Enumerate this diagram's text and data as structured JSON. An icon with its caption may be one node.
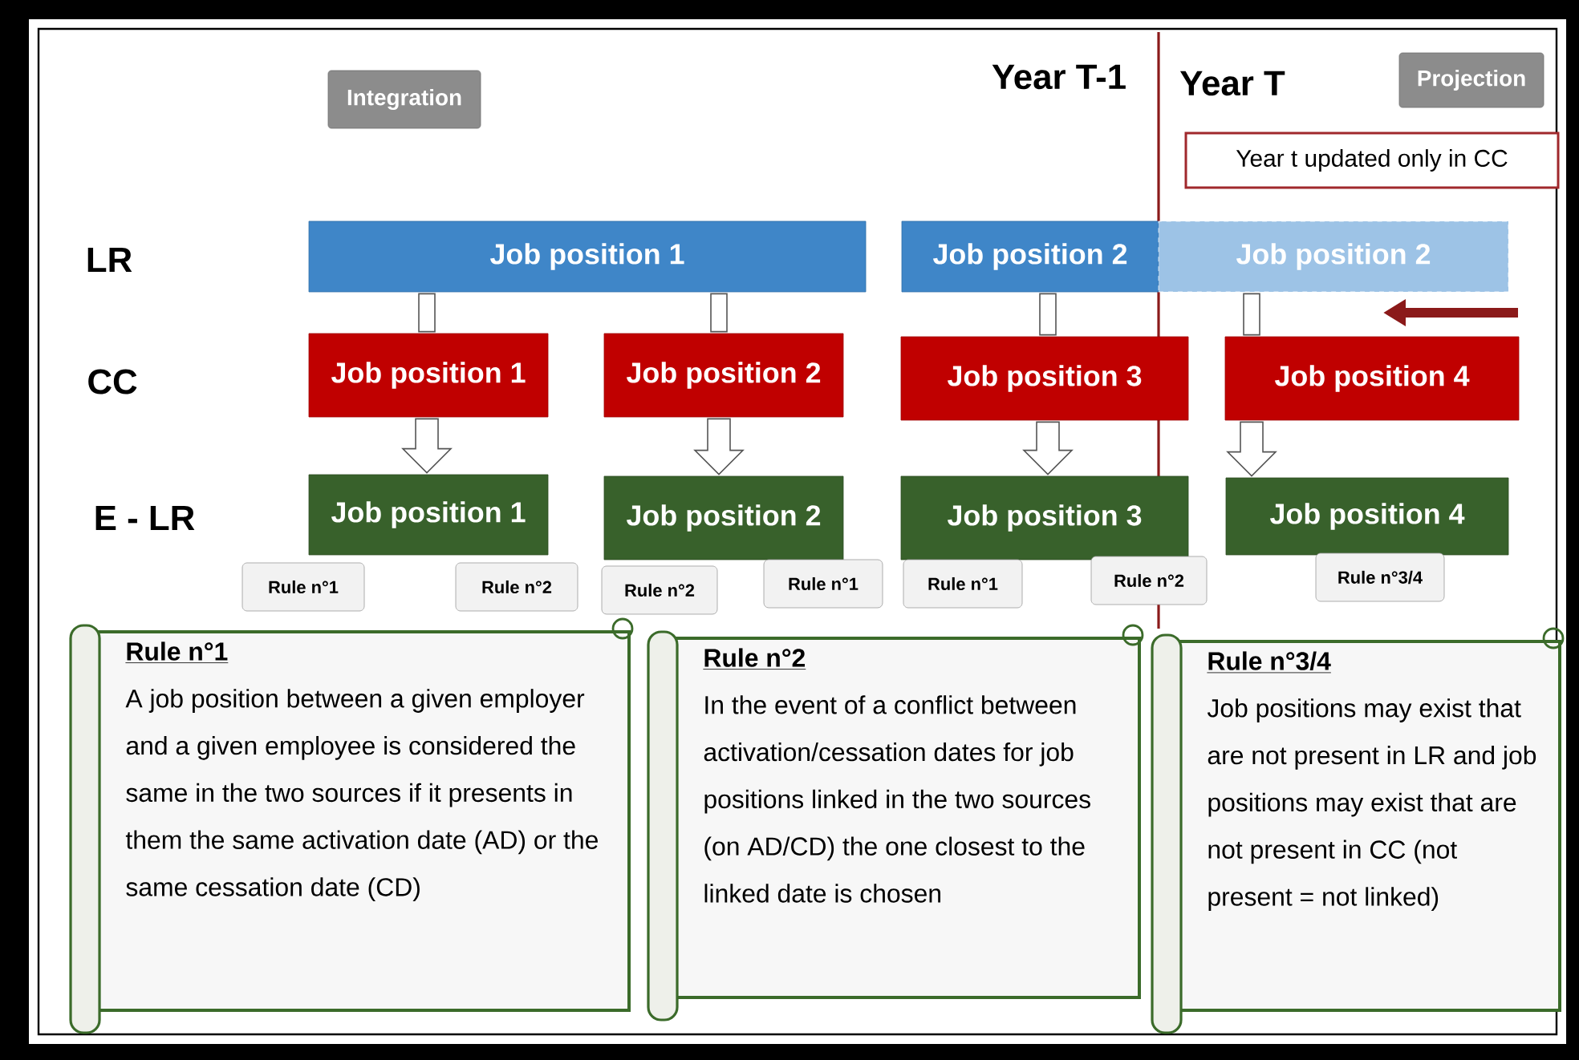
{
  "diagram": {
    "nodes": [
      {
        "text": [
          "Integration"
        ]
      },
      {
        "text": [
          "Projection"
        ]
      },
      {
        "text": [
          "Year t updated only in CC"
        ]
      },
      {
        "text": [
          "Job position 1"
        ]
      },
      {
        "text": [
          "Job position 2"
        ]
      },
      {
        "text": [
          "Job position 2"
        ]
      },
      {
        "text": [
          "Job position 1"
        ]
      },
      {
        "text": [
          "Job position 2"
        ]
      },
      {
        "text": [
          "Job position 3"
        ]
      },
      {
        "text": [
          "Job position 4"
        ]
      },
      {
        "text": [
          "Job position 1"
        ]
      },
      {
        "text": [
          "Job position 2"
        ]
      },
      {
        "text": [
          "Job position 3"
        ]
      },
      {
        "text": [
          "Job position 4"
        ]
      },
      {
        "text": [
          "Rule n°1"
        ]
      },
      {
        "text": [
          "Rule n°2"
        ]
      },
      {
        "text": [
          "Rule n°2"
        ]
      },
      {
        "text": [
          "Rule n°1"
        ]
      },
      {
        "text": [
          "Rule n°1"
        ]
      },
      {
        "text": [
          "Rule n°2"
        ]
      },
      {
        "text": [
          "Rule n°3/4"
        ]
      },
      {
        "text": [
          "Rule n°1",
          "A job position between a given employer and a given employee is considered the same in the two sources if it presents in them the same activation date (AD) or the same cessation date (CD)"
        ]
      },
      {
        "text": [
          "Rule n°2",
          "In the event of a conflict between activation/cessation dates for job positions linked in the two sources (on AD/CD) the one closest to the linked date is chosen"
        ]
      },
      {
        "text": [
          "Rule n°3/4",
          "Job positions may exist that are not present in LR and job positions may exist that are not present in CC (not present = not linked)"
        ]
      }
    ],
    "edges": [
      {
        "from": 3,
        "to": 6,
        "arrow": "none"
      },
      {
        "from": 3,
        "to": 7,
        "arrow": "none"
      },
      {
        "from": 4,
        "to": 8,
        "arrow": "none"
      },
      {
        "from": 5,
        "to": 9,
        "arrow": "none"
      },
      {
        "from": 6,
        "to": 10,
        "arrow": "to"
      },
      {
        "from": 7,
        "to": 11,
        "arrow": "to"
      },
      {
        "from": 8,
        "to": 12,
        "arrow": "to"
      },
      {
        "from": 9,
        "to": 13,
        "arrow": "to"
      }
    ],
    "labels": [
      "Year T-1",
      "Year T",
      "LR",
      "CC",
      "E - LR"
    ]
  }
}
